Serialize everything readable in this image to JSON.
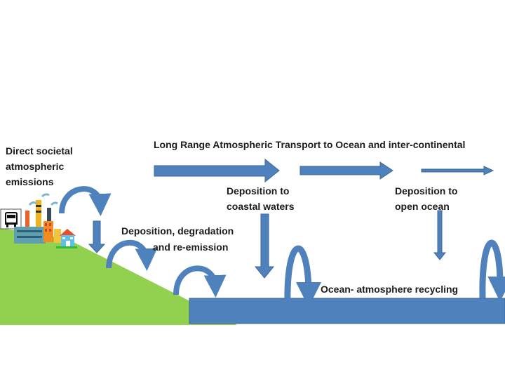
{
  "labels": {
    "emissions": [
      "Direct societal",
      "atmospheric",
      "emissions"
    ],
    "long_range": "Long Range Atmospheric Transport to Ocean and inter-continental",
    "coastal": [
      "Deposition to",
      "coastal waters"
    ],
    "open_ocean": [
      "Deposition to",
      "open ocean"
    ],
    "land": [
      "Deposition, degradation",
      "and re-emission"
    ],
    "recycling": "Ocean- atmosphere recycling"
  },
  "colors": {
    "arrow": "#4f81bd",
    "arrow_dark": "#3c6798",
    "land": "#92d050",
    "ocean": "#4f81bd"
  },
  "icons": [
    "truck-icon",
    "factory-icon",
    "house-icon"
  ]
}
